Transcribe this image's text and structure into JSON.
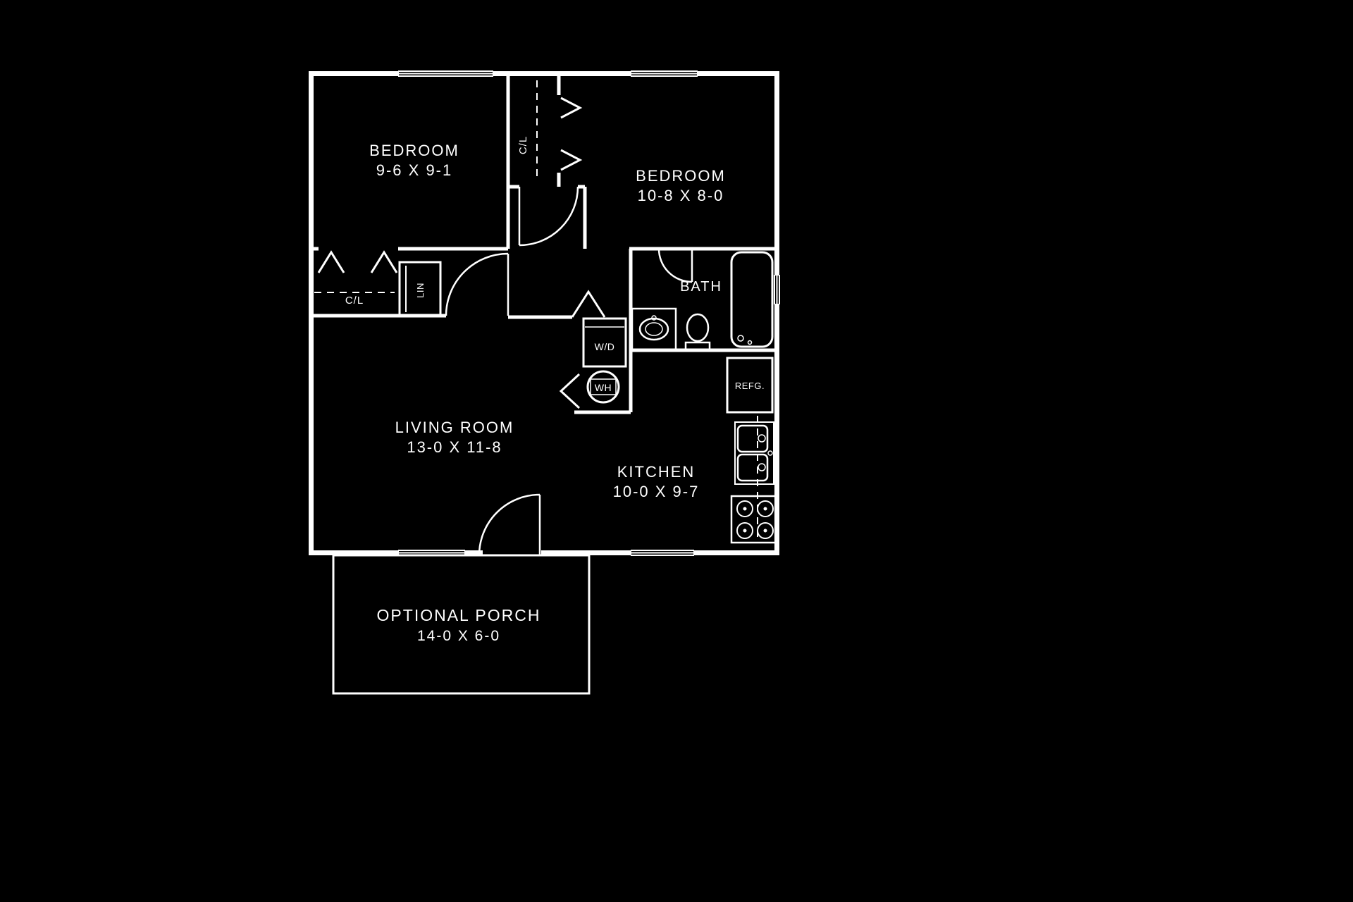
{
  "meta": {
    "type": "architectural floor plan",
    "background_color": "#000000",
    "line_color": "#ffffff"
  },
  "rooms": {
    "bedroom_left": {
      "label": "BEDROOM",
      "dimensions": "9-6 X 9-1"
    },
    "bedroom_right": {
      "label": "BEDROOM",
      "dimensions": "10-8 X 8-0"
    },
    "living_room": {
      "label": "LIVING ROOM",
      "dimensions": "13-0 X 11-8"
    },
    "kitchen": {
      "label": "KITCHEN",
      "dimensions": "10-0 X 9-7"
    },
    "bath": {
      "label": "BATH"
    },
    "porch": {
      "label": "OPTIONAL PORCH",
      "dimensions": "14-0 X 6-0"
    }
  },
  "closets": {
    "bedroom_right_closet": "C/L",
    "bedroom_left_closet": "C/L",
    "linen_closet": "LIN"
  },
  "appliances": {
    "washer_dryer": "W/D",
    "water_heater": "WH",
    "refrigerator": "REFG."
  }
}
